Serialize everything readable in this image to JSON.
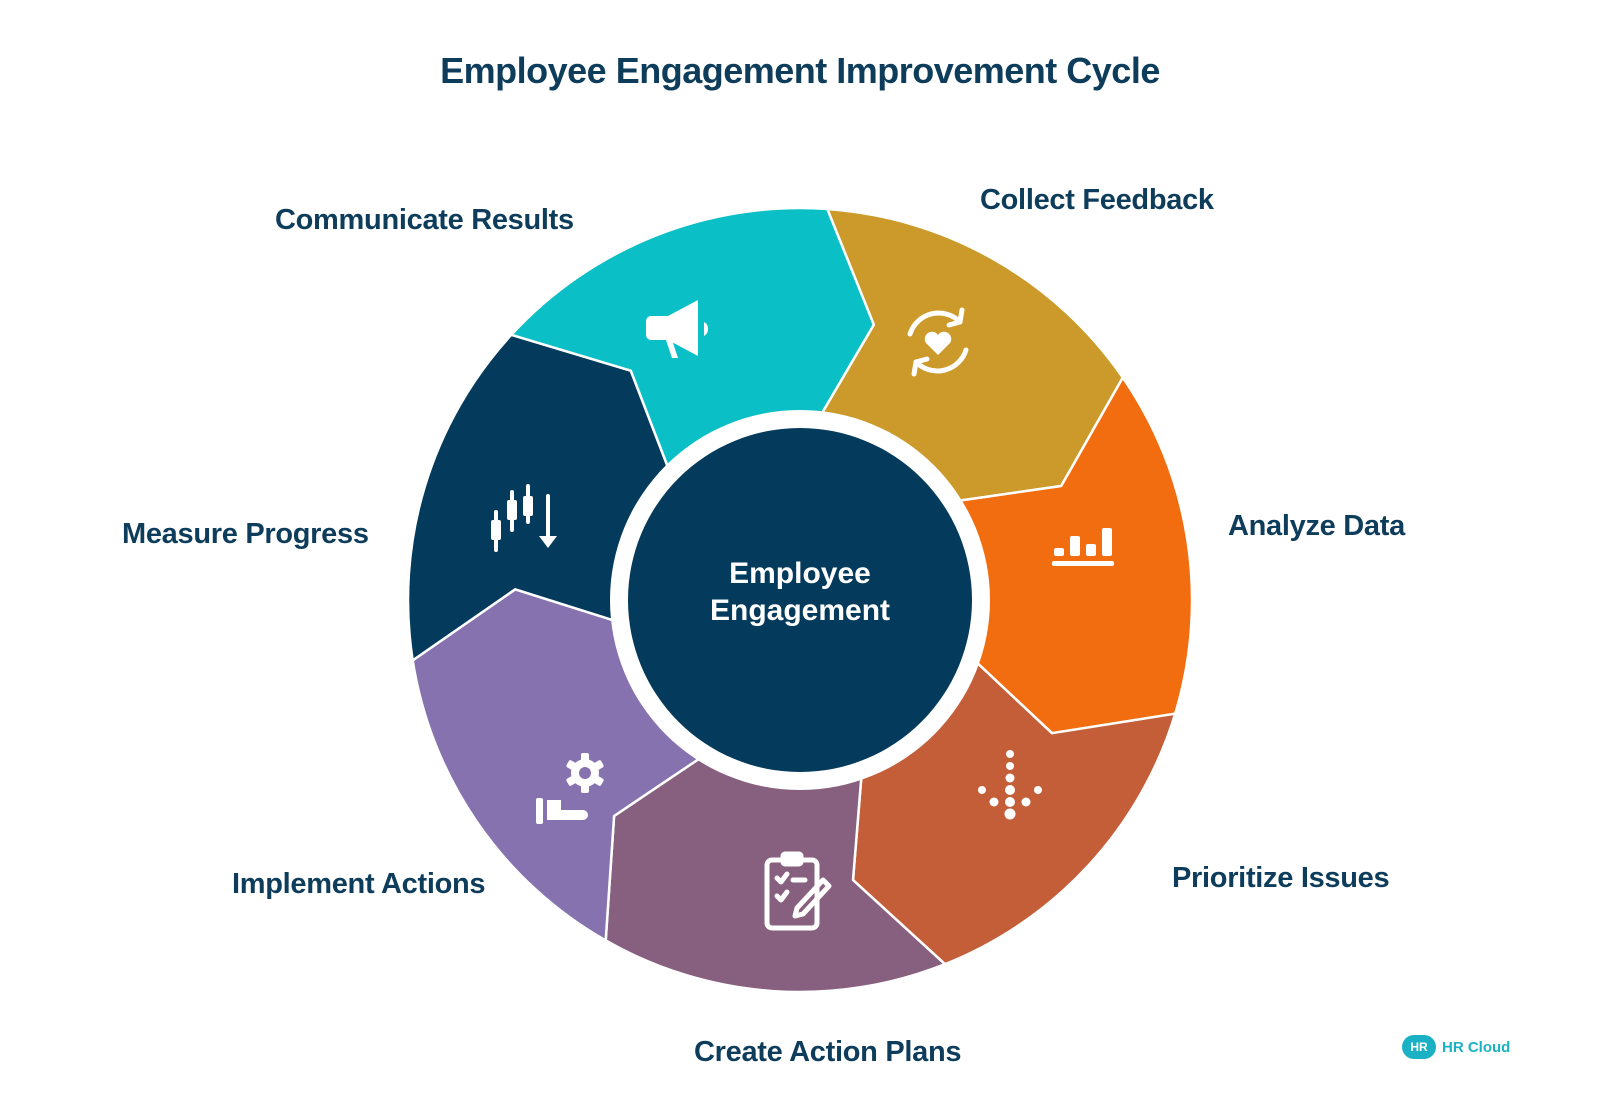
{
  "title": "Employee Engagement Improvement Cycle",
  "center": {
    "line1": "Employee",
    "line2": "Engagement",
    "color": "#043a5b"
  },
  "stages": [
    {
      "label": "Collect Feedback",
      "color": "#cc9a2b",
      "icon": "refresh-heart-icon"
    },
    {
      "label": "Analyze Data",
      "color": "#f26d0f",
      "icon": "bar-chart-icon"
    },
    {
      "label": "Prioritize Issues",
      "color": "#c45e38",
      "icon": "dotted-down-arrow-icon"
    },
    {
      "label": "Create Action Plans",
      "color": "#87607f",
      "icon": "clipboard-pencil-icon"
    },
    {
      "label": "Implement Actions",
      "color": "#8672af",
      "icon": "hand-gear-icon"
    },
    {
      "label": "Measure Progress",
      "color": "#043a5b",
      "icon": "candlestick-chart-icon"
    },
    {
      "label": "Communicate Results",
      "color": "#0abfc6",
      "icon": "megaphone-icon"
    }
  ],
  "logo": {
    "badge": "HR",
    "text": "HR Cloud"
  }
}
